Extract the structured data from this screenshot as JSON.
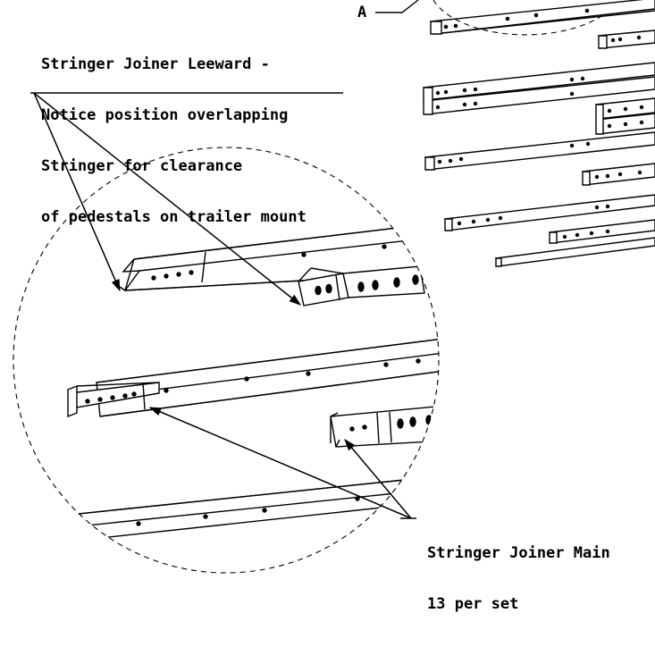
{
  "callouts": {
    "detail_letter": "A",
    "leeward": {
      "lines": [
        "Stringer Joiner Leeward -",
        "Notice position overlapping",
        "Stringer for clearance",
        "of pedestals on trailer mount"
      ]
    },
    "main": {
      "lines": [
        "Stringer Joiner Main",
        "13 per set"
      ]
    }
  },
  "colors": {
    "ink": "#000000",
    "background": "#ffffff"
  }
}
